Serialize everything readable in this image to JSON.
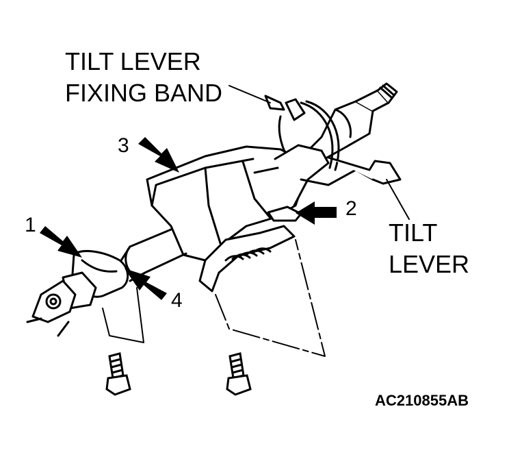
{
  "labels": {
    "tilt_lever_fixing_band_line1": "TILT LEVER",
    "tilt_lever_fixing_band_line2": "FIXING BAND",
    "tilt_lever_line1": "TILT",
    "tilt_lever_line2": "LEVER",
    "figure_code": "AC210855AB"
  },
  "callouts": [
    {
      "id": "1",
      "text": "1"
    },
    {
      "id": "2",
      "text": "2"
    },
    {
      "id": "3",
      "text": "3"
    },
    {
      "id": "4",
      "text": "4"
    }
  ],
  "colors": {
    "ink": "#000000",
    "paper": "#ffffff"
  }
}
